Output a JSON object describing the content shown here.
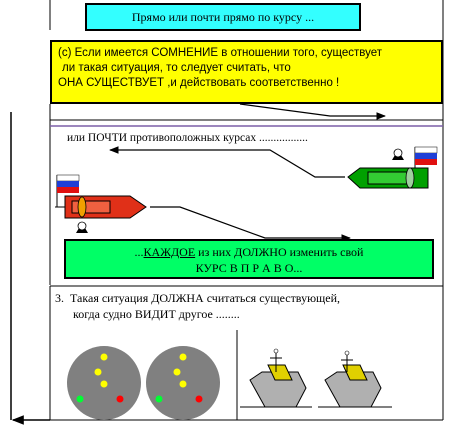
{
  "top_box": {
    "text": "Прямо или почти прямо по курсу ..."
  },
  "doubt_box": {
    "line1": "(c) Если имеется СОМНЕНИЕ в отношении того,    существует",
    "line2": "ли такая ситуация, то следует  считать, что",
    "line3": "ОНА СУЩЕСТВУЕТ ,и действовать соответственно !"
  },
  "nearly_opposite_label": "или ПОЧТИ противоположных курсах .................",
  "action_box": {
    "line1_prefix": "...",
    "line1_underlined": "КАЖДОЕ",
    "line1_rest": " из них ДОЛЖНО изменить свой",
    "line2": "КУРС   В П Р А В О..."
  },
  "situation": {
    "number": "3.",
    "line1": "Такая ситуация  ДОЛЖНА  считаться существующей,",
    "line2": "когда судно ВИДИТ другое ........"
  },
  "colors": {
    "top_box": "#33ffff",
    "doubt_box": "#ffff00",
    "action_box": "#00ff66",
    "divider": "#7b5ea7",
    "left_ship_hull": "#e03018",
    "right_ship_hull": "#00a000",
    "flag_white": "#ffffff",
    "flag_blue": "#1f3fd6",
    "flag_red": "#e01010",
    "lights_disc": "#808080",
    "masthead_light": "#ffff00",
    "starboard_light": "#00ff33",
    "port_light": "#ff0000"
  },
  "icons": [
    "russian-flag",
    "ship-silhouette",
    "arrow-icon"
  ]
}
